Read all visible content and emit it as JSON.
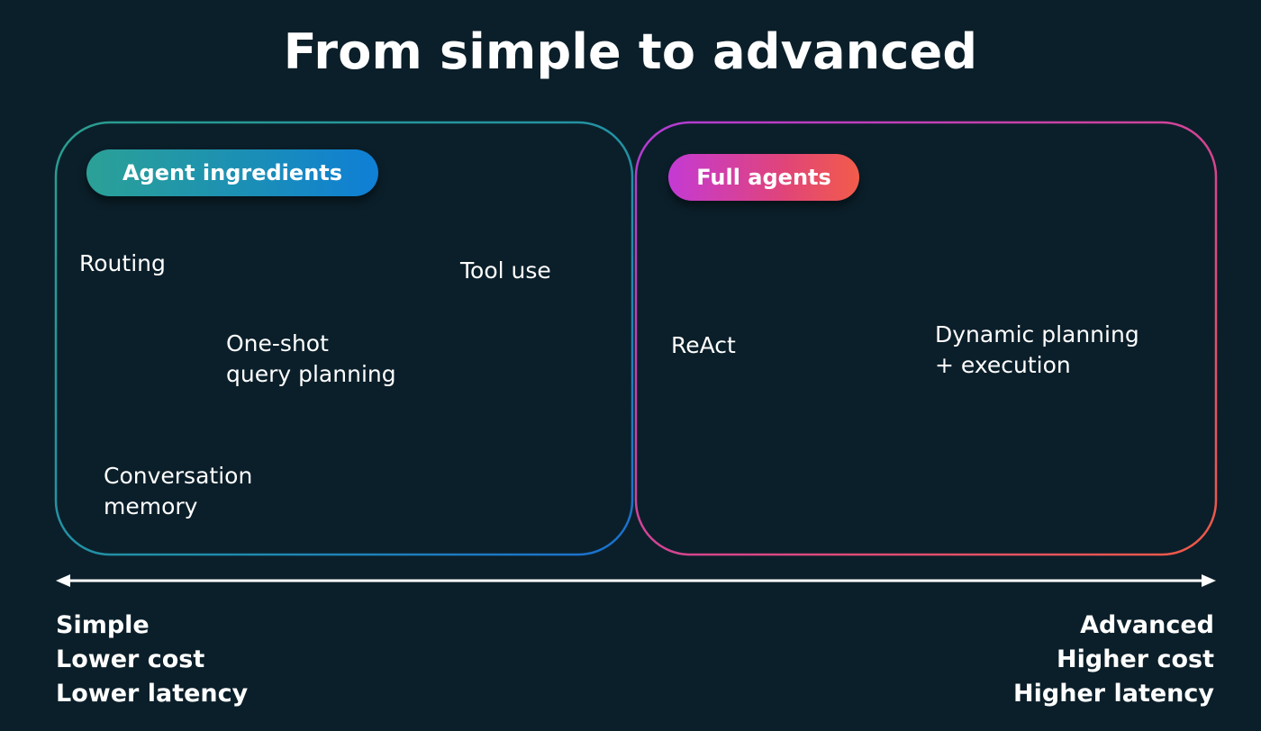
{
  "title": "From simple to advanced",
  "groups": {
    "left": {
      "label": "Agent ingredients",
      "items": {
        "routing": "Routing",
        "tool_use": "Tool use",
        "one_shot": "One-shot\nquery planning",
        "memory": "Conversation\nmemory"
      }
    },
    "right": {
      "label": "Full agents",
      "items": {
        "react": "ReAct",
        "dynamic": "Dynamic planning\n+ execution"
      }
    }
  },
  "scale": {
    "left": [
      "Simple",
      "Lower cost",
      "Lower latency"
    ],
    "right": [
      "Advanced",
      "Higher cost",
      "Higher latency"
    ]
  },
  "colors": {
    "background": "#0b1f2a",
    "left_gradient_start": "#2ba197",
    "left_gradient_end": "#0f7fd6",
    "right_gradient_start": "#c43ad4",
    "right_gradient_end": "#f25c4a"
  }
}
